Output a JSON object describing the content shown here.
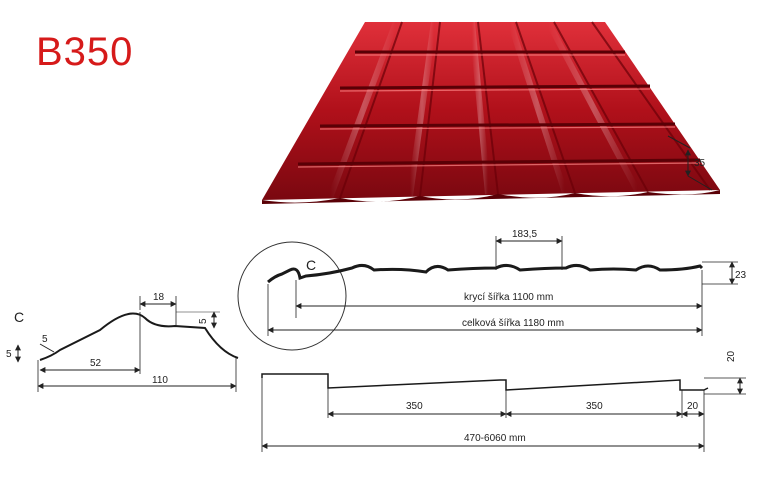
{
  "product": {
    "name": "B350",
    "name_color": "#d61a1a",
    "sheet_color": "#b0101a"
  },
  "photo": {
    "height_label": "35"
  },
  "detail": {
    "marker": "C",
    "height_left": "5",
    "offset": "5",
    "crest_width": "18",
    "crest_drop": "5",
    "to_crest": "52",
    "total": "110"
  },
  "cross_section": {
    "marker": "C",
    "pitch": "183,5",
    "height": "23",
    "cover_width": "krycí šířka 1100 mm",
    "total_width": "celková šířka 1180 mm"
  },
  "side_view": {
    "step_height": "20",
    "module_1": "350",
    "module_2": "350",
    "end": "20",
    "length": "470-6060 mm"
  }
}
